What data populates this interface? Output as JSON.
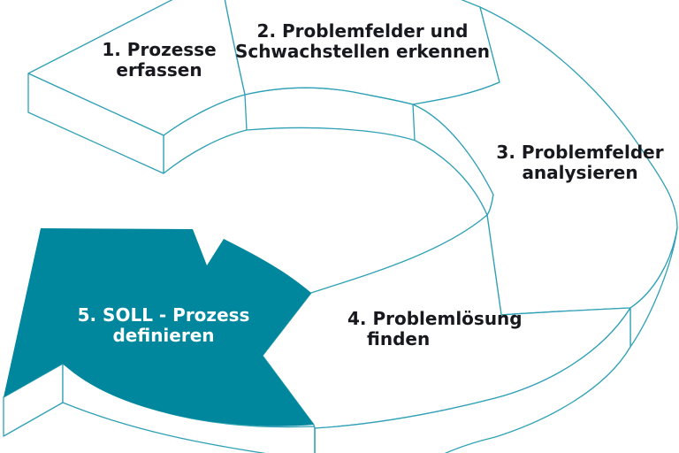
{
  "diagram": {
    "type": "process-cycle",
    "background": "#ffffff",
    "colors": {
      "outline": "#2FA0B5",
      "highlight_fill": "#00879D",
      "label_text": "#18181F",
      "highlight_label_text": "#FFFFFF"
    },
    "steps": [
      {
        "id": 1,
        "highlighted": false,
        "line1": "1. Prozesse",
        "line2": "erfassen"
      },
      {
        "id": 2,
        "highlighted": false,
        "line1": "2. Problemfelder und",
        "line2": "Schwachstellen erkennen"
      },
      {
        "id": 3,
        "highlighted": false,
        "line1": "3. Problemfelder",
        "line2": "analysieren"
      },
      {
        "id": 4,
        "highlighted": false,
        "line1": "4. Problemlösung",
        "line2": "finden"
      },
      {
        "id": 5,
        "highlighted": true,
        "line1": "5. SOLL - Prozess",
        "line2": "definieren"
      }
    ]
  }
}
